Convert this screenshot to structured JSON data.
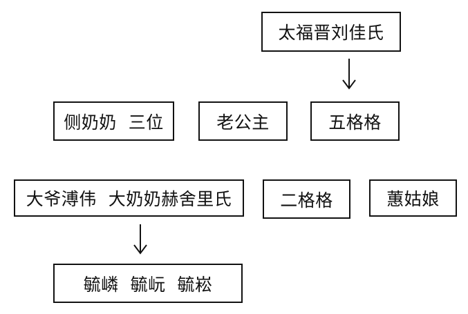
{
  "nodes": {
    "tai_fujin": "太福晋刘佳氏",
    "ce_nainai": "侧奶奶  三位",
    "lao_gongzhu": "老公主",
    "wu_gege": "五格格",
    "da_ye": "大爷溥伟  大奶奶赫舍里氏",
    "er_gege": "二格格",
    "hui_guniang": "蕙姑娘",
    "yu_sons": "毓嶙  毓岏  毓崧"
  },
  "colors": {
    "stroke": "#111111",
    "background": "#ffffff"
  }
}
